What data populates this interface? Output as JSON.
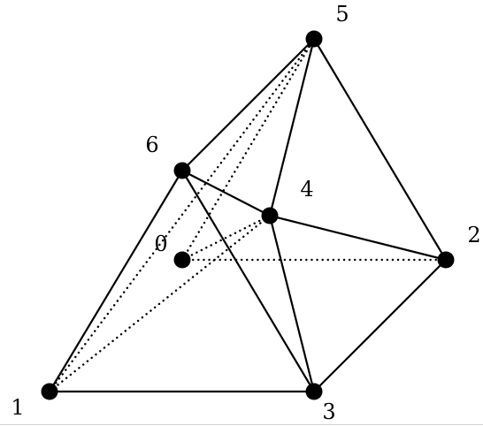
{
  "diagram": {
    "vertices": [
      {
        "id": "0",
        "label": "0"
      },
      {
        "id": "1",
        "label": "1"
      },
      {
        "id": "2",
        "label": "2"
      },
      {
        "id": "3",
        "label": "3"
      },
      {
        "id": "4",
        "label": "4"
      },
      {
        "id": "5",
        "label": "5"
      },
      {
        "id": "6",
        "label": "6"
      }
    ],
    "solid_edges": [
      [
        "1",
        "3"
      ],
      [
        "1",
        "6"
      ],
      [
        "6",
        "5"
      ],
      [
        "5",
        "2"
      ],
      [
        "2",
        "3"
      ],
      [
        "6",
        "4"
      ],
      [
        "6",
        "3"
      ],
      [
        "5",
        "4"
      ],
      [
        "4",
        "2"
      ],
      [
        "4",
        "3"
      ]
    ],
    "hidden_edges": [
      [
        "0",
        "2"
      ],
      [
        "0",
        "4"
      ],
      [
        "0",
        "5"
      ],
      [
        "1",
        "4"
      ],
      [
        "1",
        "5"
      ]
    ],
    "colors": {
      "line": "#000000",
      "vertex": "#000000",
      "background": "#ffffff"
    }
  }
}
